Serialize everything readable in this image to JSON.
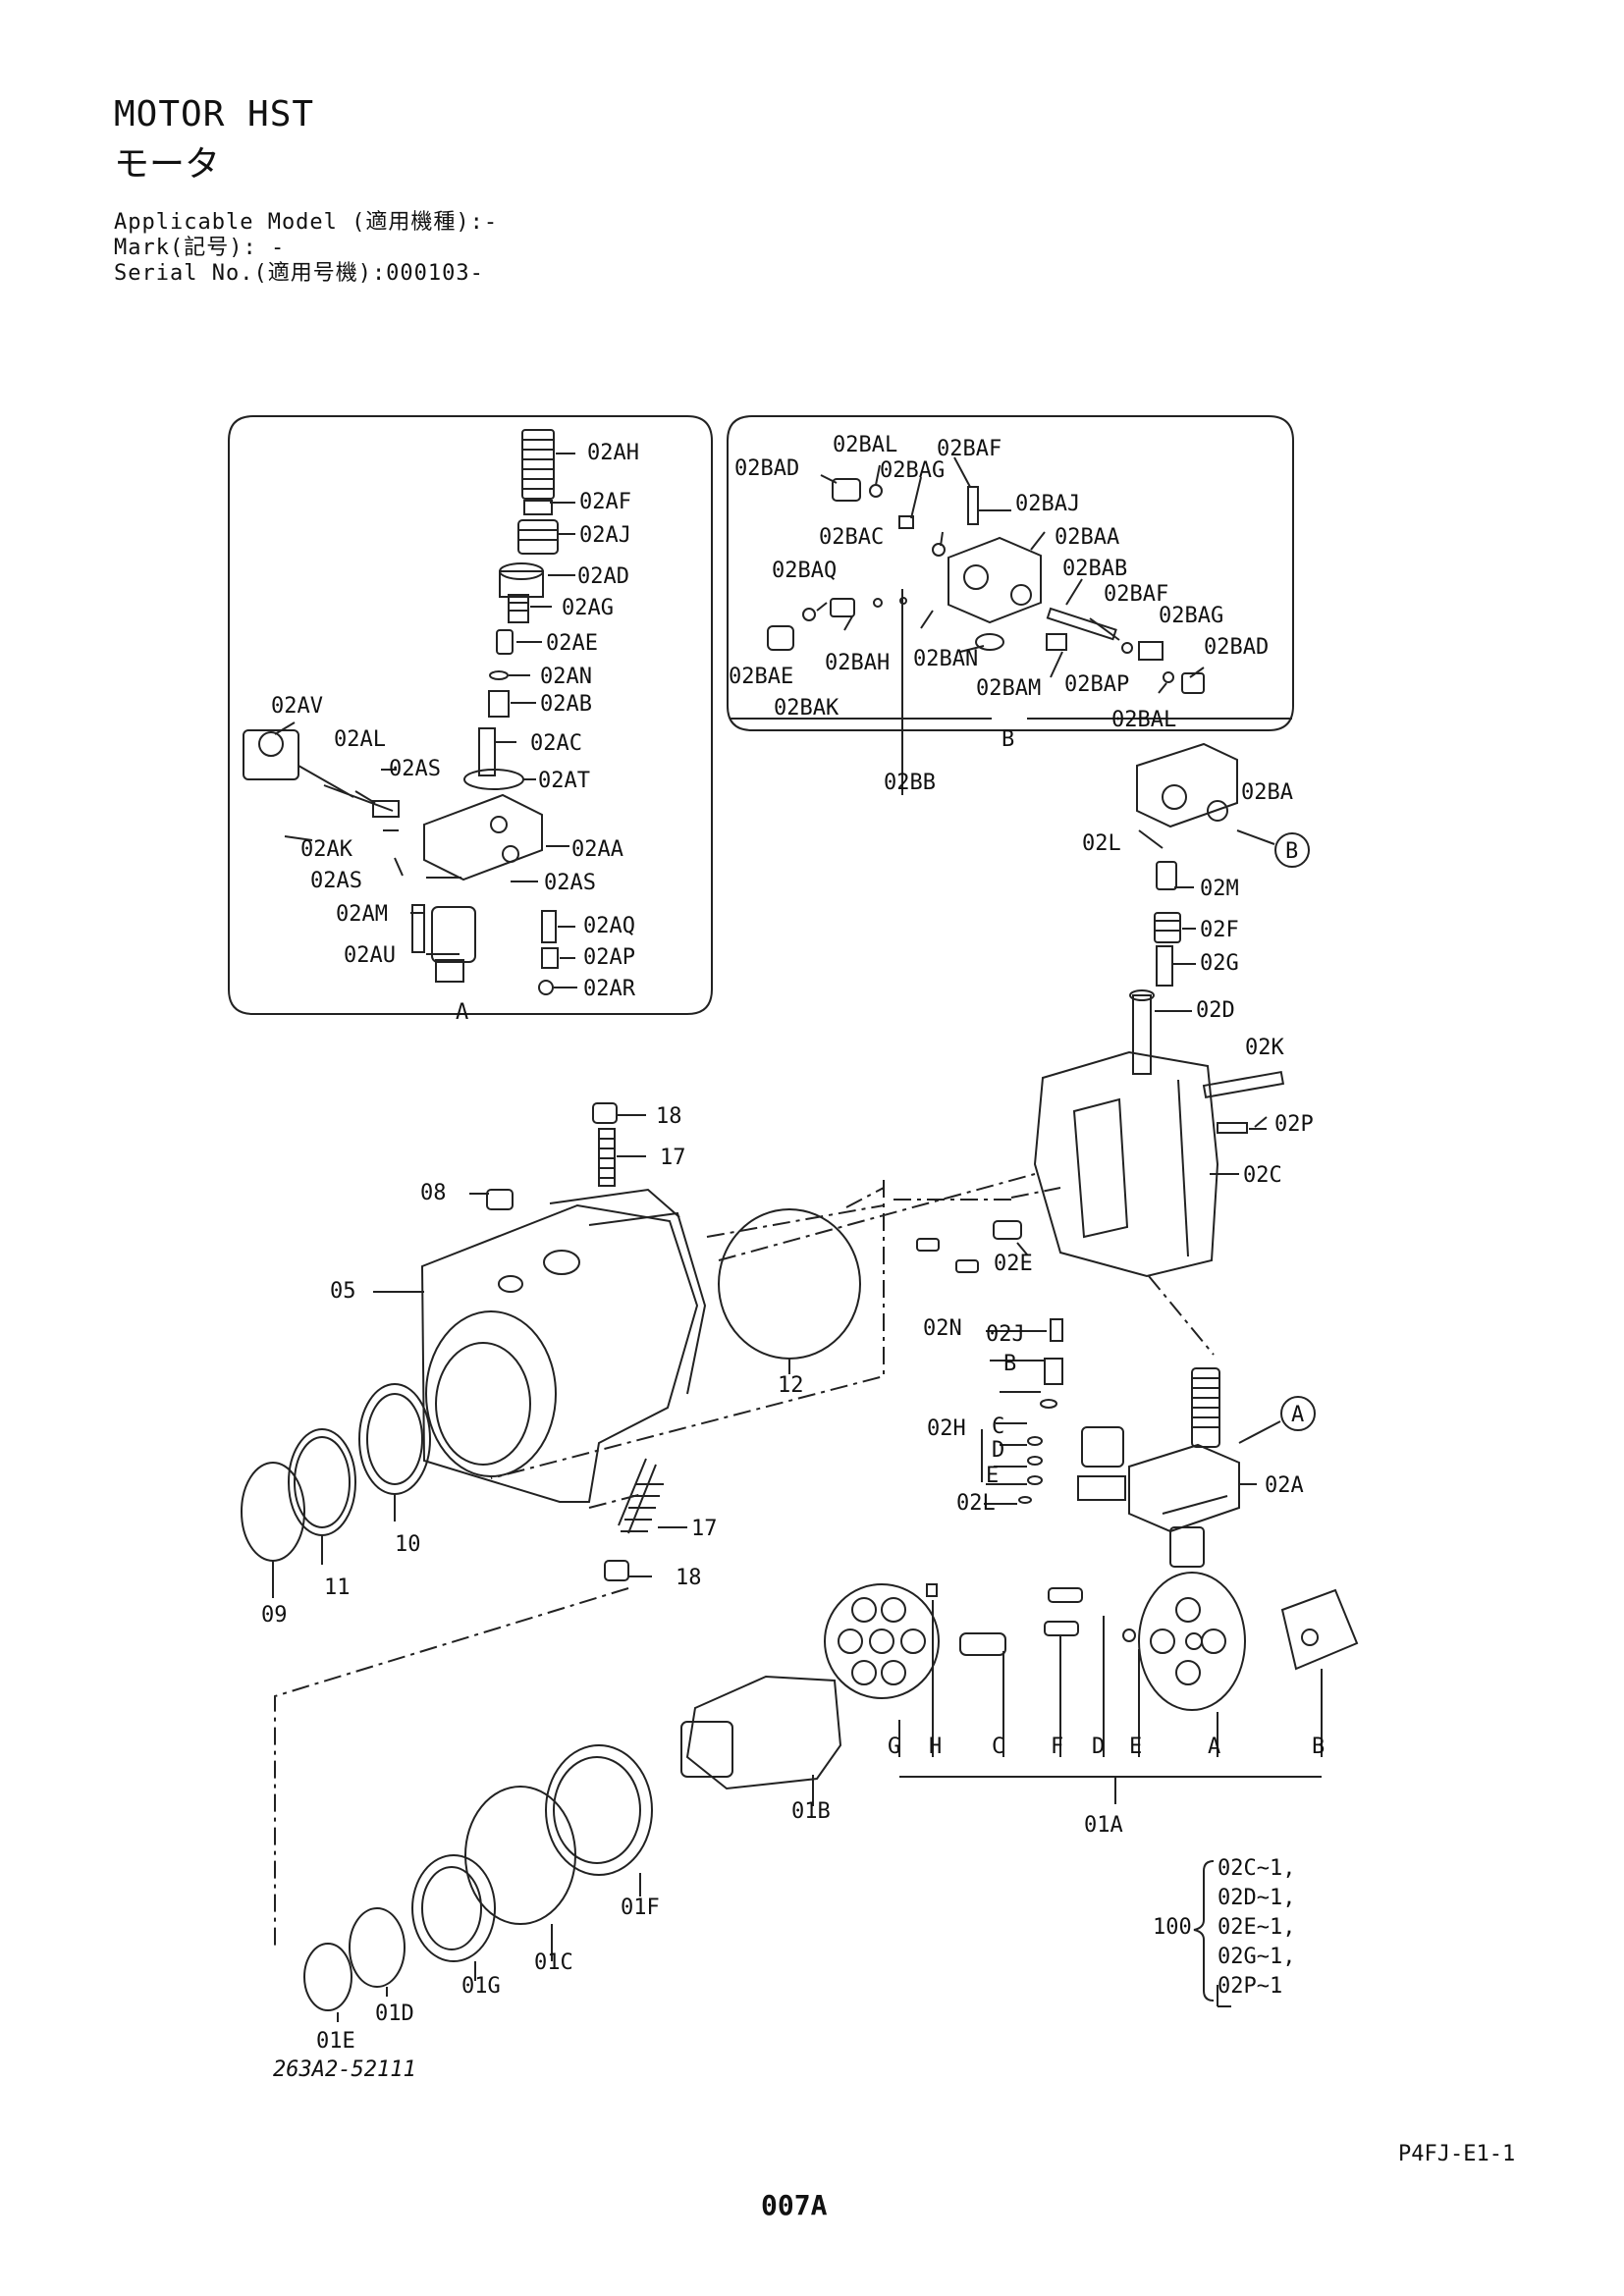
{
  "header": {
    "title_en": "MOTOR HST",
    "title_jp": "モータ",
    "applicable_model": "Applicable Model (適用機種):-",
    "mark": "Mark(記号): -",
    "serial_no": "Serial No.(適用号機):000103-"
  },
  "footer": {
    "drawing_number": "263A2-52111",
    "sheet_code": "P4FJ-E1-1",
    "page_number": "007A"
  },
  "detail_a": {
    "label": "A",
    "parts": [
      "02AH",
      "02AF",
      "02AJ",
      "02AD",
      "02AG",
      "02AE",
      "02AN",
      "02AB",
      "02AC",
      "02AT",
      "02AV",
      "02AL",
      "02AS",
      "02AK",
      "02AA",
      "02AS",
      "02AS",
      "02AM",
      "02AQ",
      "02AU",
      "02AP",
      "02AR"
    ]
  },
  "detail_b": {
    "label": "B",
    "parts": [
      "02BAL",
      "02BAF",
      "02BAD",
      "02BAG",
      "02BAJ",
      "02BAC",
      "02BAA",
      "02BAQ",
      "02BAB",
      "02BAF",
      "02BAG",
      "02BAD",
      "02BAE",
      "02BAH",
      "02BAN",
      "02BAM",
      "02BAP",
      "02BAK",
      "02BAL",
      "02BB"
    ]
  },
  "main_parts": [
    "02BA",
    "02L",
    "02M",
    "02F",
    "02G",
    "02D",
    "02K",
    "02P",
    "02C",
    "02E",
    "02N",
    "02J",
    "02H",
    "B",
    "C",
    "D",
    "E",
    "02L",
    "02A",
    "18",
    "17",
    "08",
    "05",
    "12",
    "10",
    "11",
    "09",
    "17",
    "18",
    "01B",
    "01A",
    "01F",
    "01C",
    "01G",
    "01D",
    "01E",
    "G",
    "H",
    "C",
    "F",
    "D",
    "E",
    "A",
    "B"
  ],
  "callouts": [
    "A",
    "B"
  ],
  "kit": {
    "number": "100",
    "items": [
      "02C~1,",
      "02D~1,",
      "02E~1,",
      "02G~1,",
      "02P~1"
    ]
  }
}
